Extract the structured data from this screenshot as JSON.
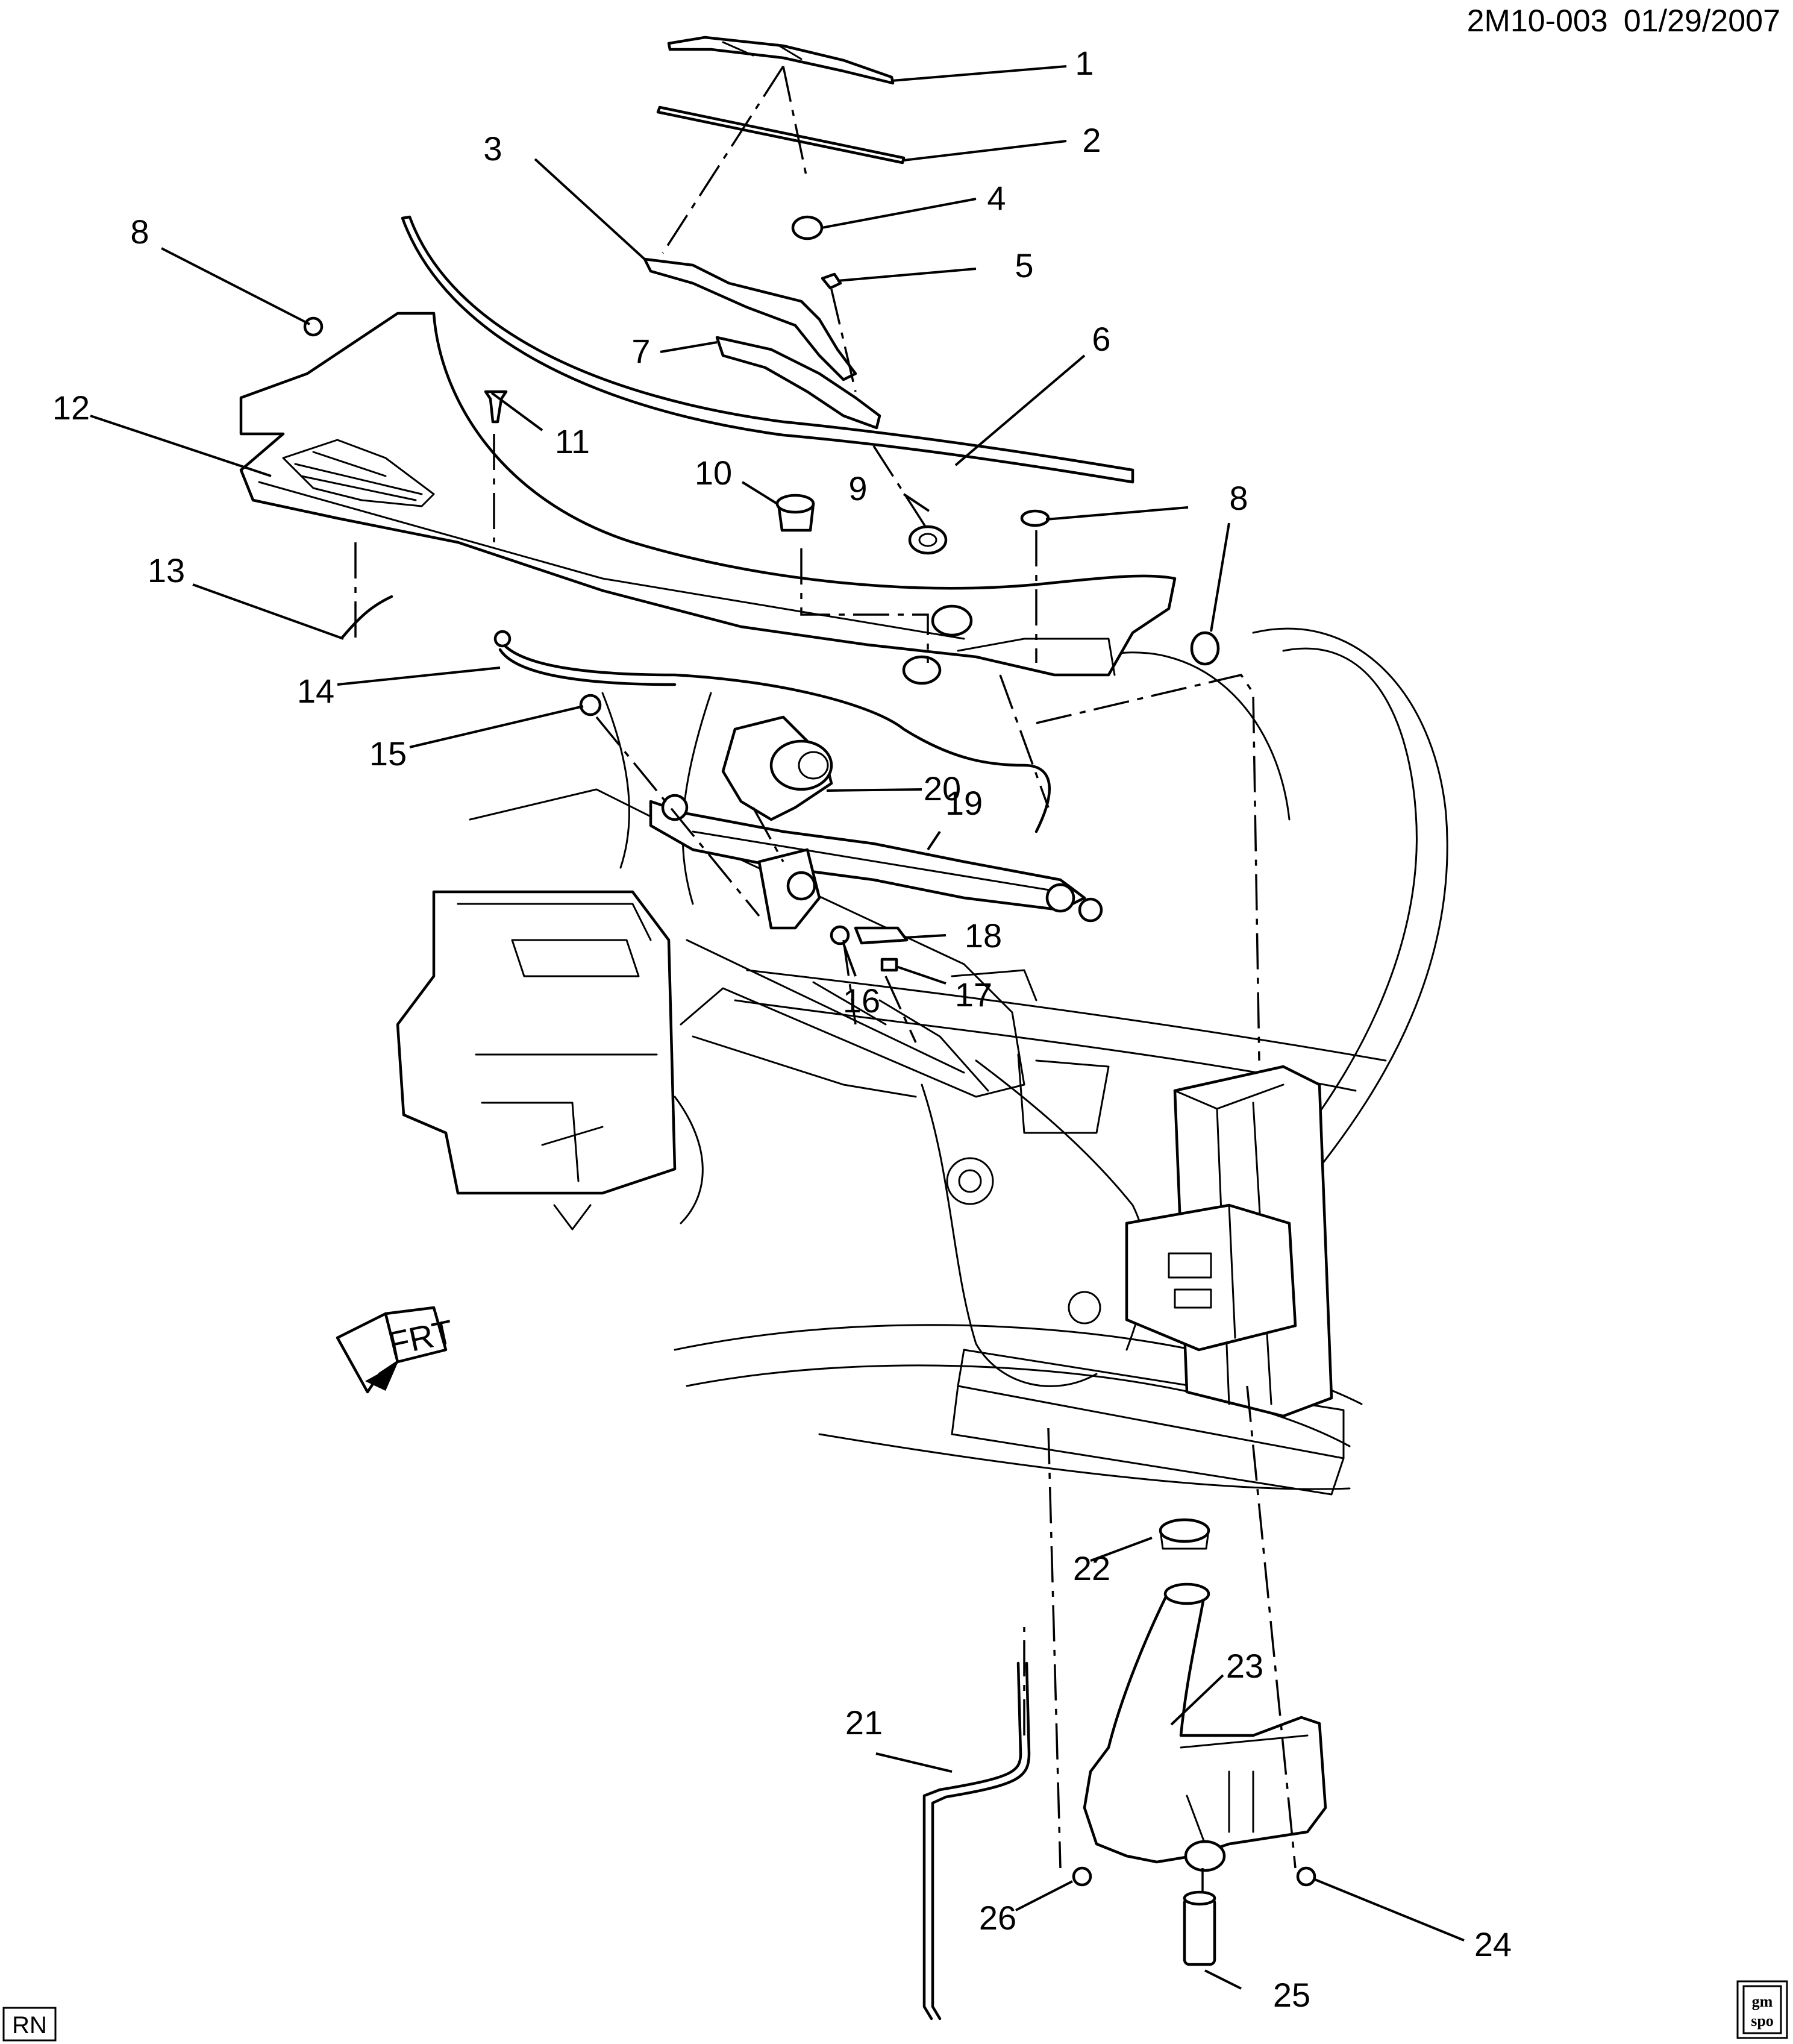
{
  "header": {
    "code": "2M10-003",
    "date": "01/29/2007"
  },
  "corner_label": "RN",
  "direction_arrow": {
    "text": "FRT",
    "icon": "front-arrow-icon"
  },
  "logo": {
    "icon": "gm-spo-logo-icon",
    "lines": [
      "gm",
      "spo"
    ]
  },
  "callouts": [
    "1",
    "2",
    "3",
    "4",
    "5",
    "6",
    "7",
    "8",
    "9",
    "10",
    "11",
    "12",
    "13",
    "14",
    "15",
    "16",
    "17",
    "18",
    "19",
    "20",
    "21",
    "22",
    "23",
    "24",
    "25",
    "26"
  ]
}
